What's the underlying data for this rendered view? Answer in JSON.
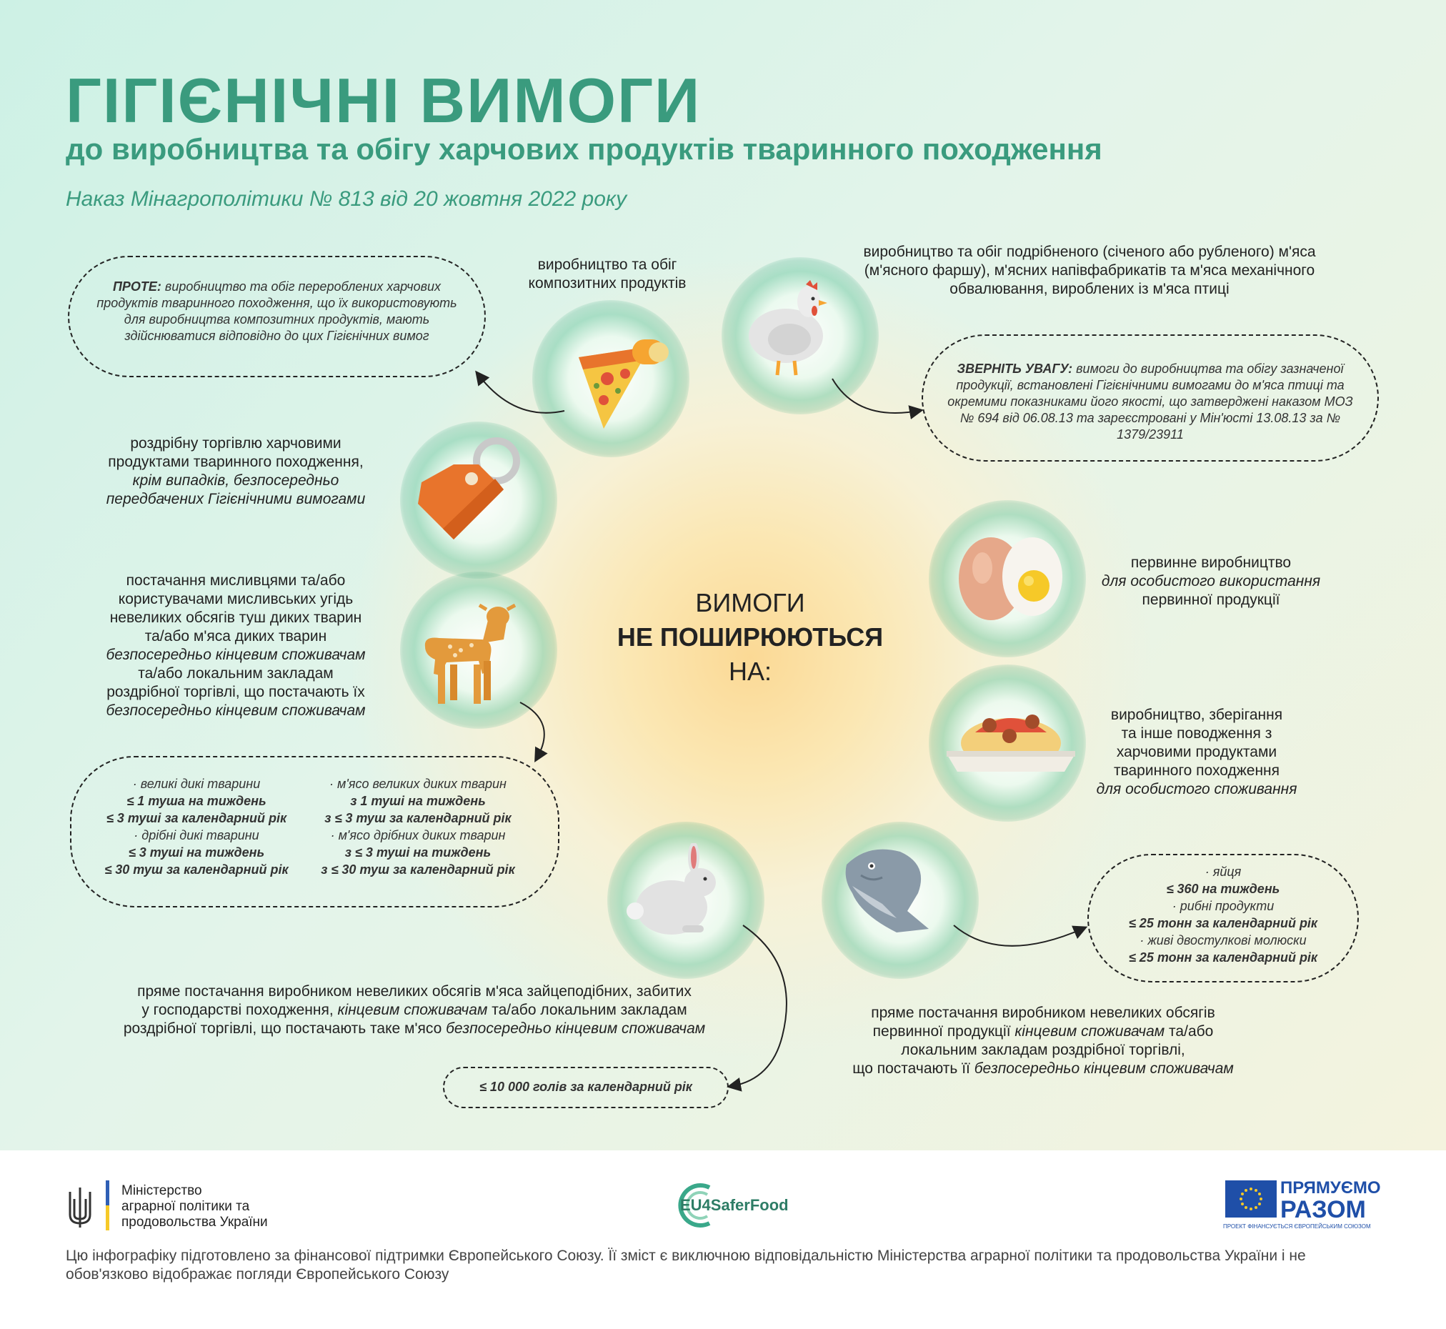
{
  "header": {
    "title": "ГІГІЄНІЧНІ ВИМОГИ",
    "subtitle": "до виробництва та обігу харчових продуктів тваринного походження",
    "order": "Наказ Мінагрополітики № 813 від 20 жовтня 2022 року"
  },
  "center": {
    "line1": "ВИМОГИ",
    "line2": "НЕ ПОШИРЮЮТЬСЯ",
    "line3": "НА:"
  },
  "items": {
    "composite": {
      "text": "виробництво та обіг композитних продуктів",
      "icon": "pizza-icon"
    },
    "composite_note": {
      "label": "ПРОТЕ:",
      "text": "виробництво та обіг перероблених харчових продуктів тваринного походження, що їх використовують для виробництва композитних продуктів, мають здійснюватися відповідно до цих Гігієнічних вимог"
    },
    "poultry": {
      "text": "виробництво та обіг подрібненого (січеного або рубленого) м'яса (м'ясного фаршу), м'ясних напівфабрикатів та м'яса механічного обвалювання, вироблених із м'яса птиці",
      "icon": "chicken-icon"
    },
    "poultry_note": {
      "label": "ЗВЕРНІТЬ УВАГУ:",
      "text": "вимоги до виробництва та обігу зазначеної продукції, встановлені Гігієнічними вимогами до м'яса птиці та окремими показниками його якості, що затверджені наказом МОЗ № 694 від 06.08.13 та зареєстровані у Мін'юсті 13.08.13 за № 1379/23911"
    },
    "retail": {
      "line1": "роздрібну торгівлю харчовими",
      "line2": "продуктами тваринного походження,",
      "line3": "крім випадків, безпосередньо",
      "line4": "передбачених Гігієнічними вимогами",
      "icon": "price-tag-icon"
    },
    "primary": {
      "line1": "первинне виробництво",
      "line2": "для особистого використання",
      "line3": "первинної продукції",
      "icon": "egg-icon"
    },
    "hunters": {
      "line1": "постачання мисливцями та/або",
      "line2": "користувачами мисливських угідь",
      "line3": "невеликих обсягів туш диких тварин",
      "line4": "та/або м'яса диких тварин",
      "line5": "безпосередньо кінцевим споживачам",
      "line6": "та/або локальним закладам",
      "line7": "роздрібної торгівлі, що постачають їх",
      "line8": "безпосередньо кінцевим споживачам",
      "icon": "deer-icon"
    },
    "hunters_note": {
      "col1": [
        {
          "label": "великі дикі тварини",
          "v1": "≤ 1 туша на тиждень",
          "v2": "≤ 3 туші за календарний рік"
        },
        {
          "label": "дрібні дикі тварини",
          "v1": "≤ 3 туші на тиждень",
          "v2": "≤ 30 туш за календарний рік"
        }
      ],
      "col2": [
        {
          "label": "м'ясо великих диких тварин",
          "v1": "з 1 туші на тиждень",
          "v2": "з ≤ 3 туш за календарний рік"
        },
        {
          "label": "м'ясо дрібних диких тварин",
          "v1": "з ≤ 3 туші на тиждень",
          "v2": "з ≤ 30 туш за календарний рік"
        }
      ]
    },
    "personal": {
      "line1": "виробництво, зберігання",
      "line2": "та інше поводження з",
      "line3": "харчовими продуктами",
      "line4": "тваринного походження",
      "line5": "для особистого споживання",
      "icon": "pasta-plate-icon"
    },
    "rabbit": {
      "line1": "пряме постачання виробником невеликих обсягів м'яса зайцеподібних, забитих",
      "line2a": "у господарстві походження, ",
      "line2b": "кінцевим споживачам",
      "line2c": " та/або локальним закладам",
      "line3a": "роздрібної торгівлі, що постачають таке м'ясо ",
      "line3b": "безпосередньо кінцевим споживачам",
      "icon": "rabbit-icon"
    },
    "rabbit_note": {
      "text": "≤ 10 000 голів за календарний рік"
    },
    "fish": {
      "line1": "пряме постачання виробником невеликих обсягів",
      "line2a": "первинної продукції ",
      "line2b": "кінцевим споживачам",
      "line2c": " та/або",
      "line3": "локальним закладам роздрібної торгівлі,",
      "line4a": "що постачають її ",
      "line4b": "безпосередньо кінцевим споживачам",
      "icon": "fish-icon"
    },
    "fish_note": {
      "rows": [
        {
          "label": "яйця",
          "value": "≤ 360 на тиждень"
        },
        {
          "label": "рибні продукти",
          "value": "≤ 25 тонн за календарний рік"
        },
        {
          "label": "живі двостулкові молюски",
          "value": "≤ 25 тонн за календарний рік"
        }
      ]
    }
  },
  "footer": {
    "ministry_line1": "Міністерство",
    "ministry_line2": "аграрної політики та",
    "ministry_line3": "продовольства України",
    "eu4_text": "EU4SaferFood",
    "together_line1": "ПРЯМУЄМО",
    "together_line2": "РАЗОМ",
    "together_sub": "ПРОЕКТ ФІНАНСУЄТЬСЯ ЄВРОПЕЙСЬКИМ СОЮЗОМ",
    "disclaimer": "Цю інфографіку підготовлено за фінансової підтримки Європейського Союзу. Її зміст є виключною відповідальністю Міністерства аграрної політики та продовольства України і не обов'язково відображає погляди Європейського Союзу"
  },
  "colors": {
    "accent": "#3a9b7e",
    "orange": "#e8742c",
    "deer": "#e39a3c"
  }
}
